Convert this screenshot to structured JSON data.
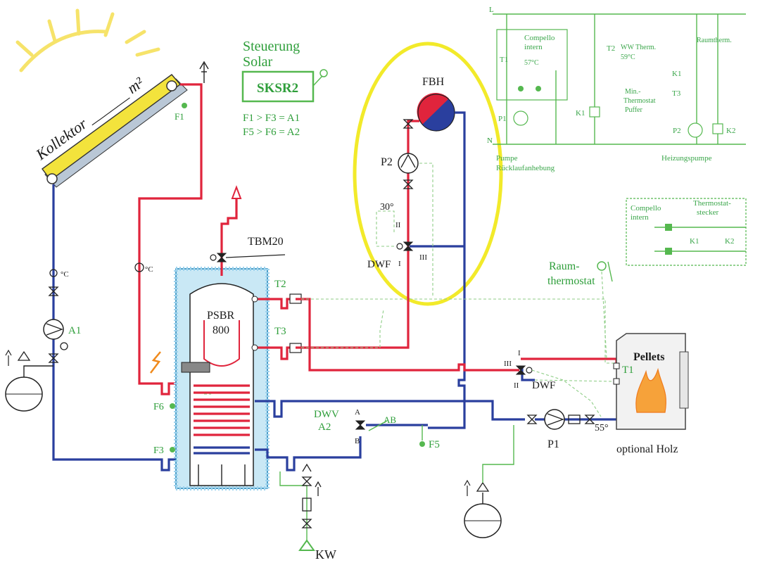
{
  "labels": {
    "kollektor": "Kollektor ______ m²",
    "f1": "F1",
    "a1": "A1",
    "temp_c": "°C",
    "temp_c2": "°C",
    "tbm": "TBM20",
    "psbr_1": "PSBR",
    "psbr_2": "800",
    "t2": "T2",
    "t3": "T3",
    "f6": "F6",
    "f3": "F3",
    "kw": "KW",
    "dwv_1": "DWV",
    "dwv_2": "A2",
    "dwv_a": "A",
    "dwv_b": "B",
    "dwv_ab": "AB",
    "f5": "F5",
    "fbh": "FBH",
    "p2": "P2",
    "deg30": "30°",
    "dwf_top": "DWF",
    "ii_top": "II",
    "iii_top": "III",
    "i_top": "I",
    "raumthermostat_1": "Raum-",
    "raumthermostat_2": "thermostat",
    "pellets": "Pellets",
    "t1_boiler": "T1",
    "i_r": "I",
    "iii_r": "III",
    "ii_r": "II",
    "dwf_right": "DWF",
    "p1": "P1",
    "deg55": "55°",
    "holz": "optional Holz"
  },
  "controller": {
    "title_1": "Steuerung",
    "title_2": "Solar",
    "box": "SKSR2",
    "rule_1": "F1 > F3 = A1",
    "rule_2": "F5 > F6 = A2"
  },
  "wiring": {
    "l": "L",
    "n": "N",
    "compello_1": "Compello",
    "compello_2": "intern",
    "t1": "T1",
    "t1_val": "57°C",
    "p1": "P1",
    "t2": "T2",
    "ww_1": "WW Therm.",
    "ww_2": "59°C",
    "k1": "K1",
    "raumtherm": "Raumtherm.",
    "k1b": "K1",
    "t3": "T3",
    "min_1": "Min.-",
    "min_2": "Thermostat",
    "min_3": "Puffer",
    "p2": "P2",
    "k2": "K2",
    "pumpe_1": "Pumpe",
    "pumpe_2": "Rücklaufanhebung",
    "heizung": "Heizungspumpe"
  },
  "plug": {
    "compello_1": "Compello",
    "compello_2": "intern",
    "thermo_1": "Thermostat-",
    "thermo_2": "stecker",
    "k1": "K1",
    "k2": "K2"
  },
  "colors": {
    "supply": "#e0243c",
    "return": "#2a3f9e",
    "control": "#55b84f",
    "highlight": "#f2ea2a",
    "collector": "#f3e33c"
  }
}
